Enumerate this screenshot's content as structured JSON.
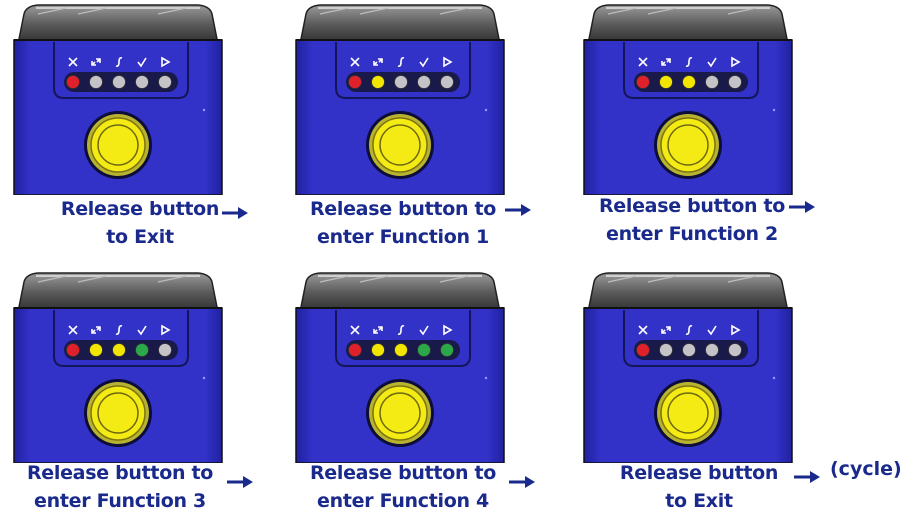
{
  "colors": {
    "body_blue": "#3232c8",
    "led_red": "#e0202a",
    "led_yellow": "#f2e600",
    "led_green": "#2aa84a",
    "led_off": "#c4c4c8",
    "button_yellow": "#f4ea14",
    "text_blue": "#1a2a8c"
  },
  "indicator_icons": [
    "x-icon",
    "double-arrow-icon",
    "integral-icon",
    "check-icon",
    "play-triangle-icon"
  ],
  "steps": [
    {
      "caption": "Release button\nto Exit",
      "leds": [
        "red",
        "off",
        "off",
        "off",
        "off"
      ]
    },
    {
      "caption": "Release button to\nenter Function 1",
      "leds": [
        "red",
        "yellow",
        "off",
        "off",
        "off"
      ]
    },
    {
      "caption": "Release button to\nenter Function 2",
      "leds": [
        "red",
        "yellow",
        "yellow",
        "off",
        "off"
      ]
    },
    {
      "caption": "Release button to\nenter Function 3",
      "leds": [
        "red",
        "yellow",
        "yellow",
        "green",
        "off"
      ]
    },
    {
      "caption": "Release button to\nenter Function 4",
      "leds": [
        "red",
        "yellow",
        "yellow",
        "green",
        "green"
      ]
    },
    {
      "caption": "Release button\nto Exit",
      "leds": [
        "red",
        "off",
        "off",
        "off",
        "off"
      ]
    }
  ],
  "cycle_label": "(cycle)"
}
